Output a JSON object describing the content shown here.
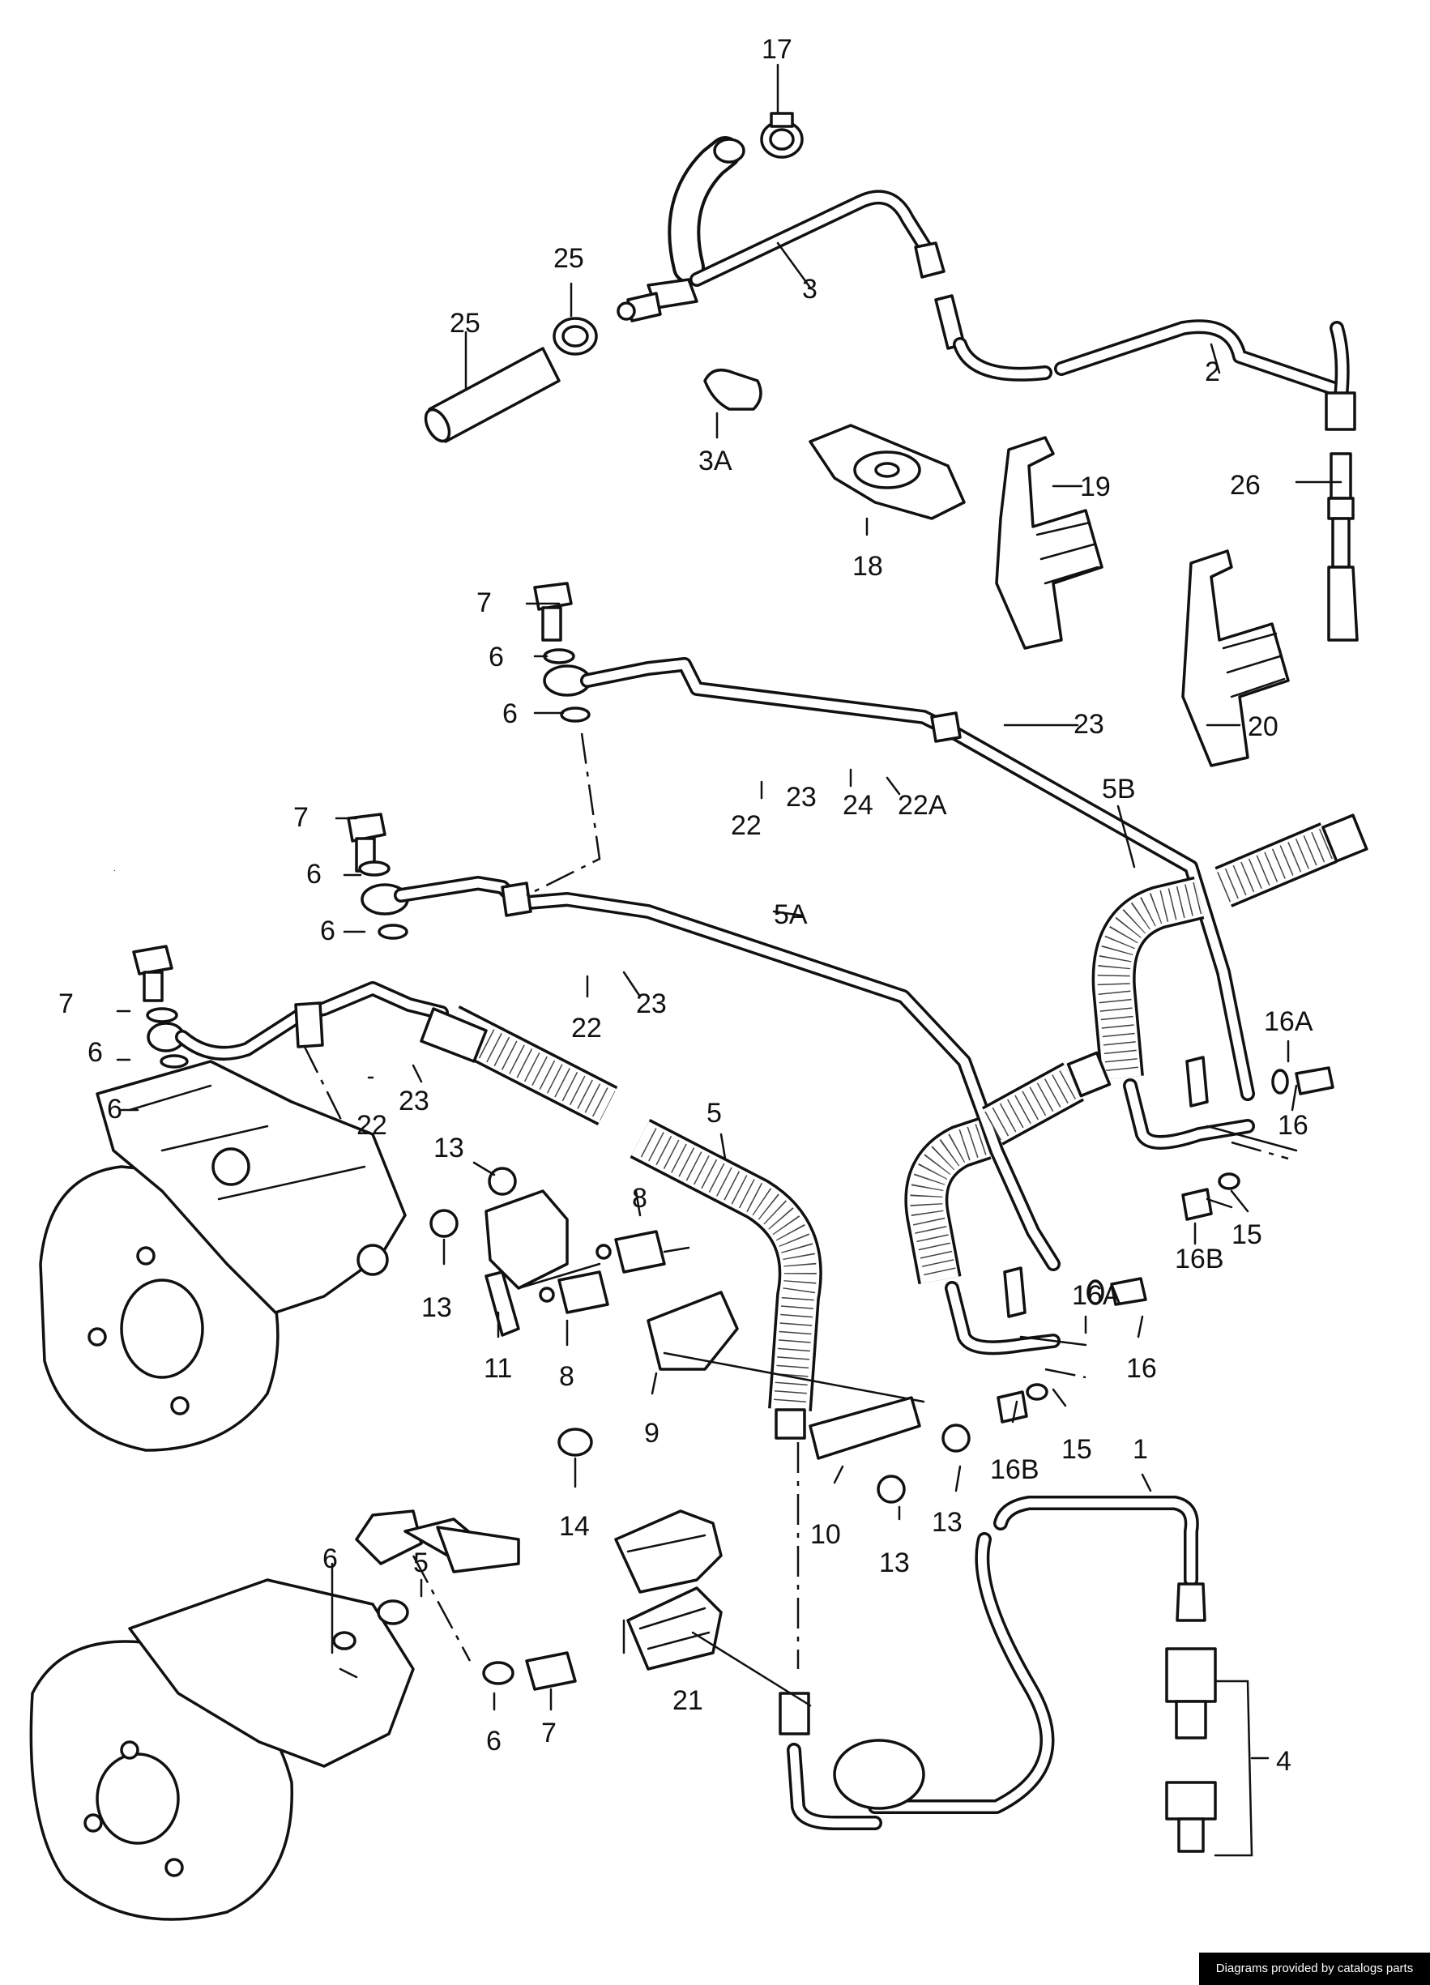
{
  "labels": {
    "p17": "17",
    "p25a": "25",
    "p25b": "25",
    "p3": "3",
    "p2": "2",
    "p3A": "3A",
    "p18": "18",
    "p19": "19",
    "p26": "26",
    "p20": "20",
    "p7a": "7",
    "p6a": "6",
    "p6b": "6",
    "p23a": "23",
    "p23b": "23",
    "p22a": "22",
    "p24": "24",
    "p22Aa": "22A",
    "p5B": "5B",
    "p7b": "7",
    "p6c": "6",
    "p6d": "6",
    "p5A": "5A",
    "p22b": "22",
    "p23c": "23",
    "p7c": "7",
    "p6e": "6",
    "p6f": "6",
    "p22c": "22",
    "p23d": "23",
    "p16Aa": "16A",
    "p16a": "16",
    "p16Ba": "16B",
    "p15a": "15",
    "p13a": "13",
    "p5a": "5",
    "p8a": "8",
    "p13b": "13",
    "p11": "11",
    "p8b": "8",
    "p9": "9",
    "p16Ab": "16A",
    "p16b": "16",
    "p16Bb": "16B",
    "p15b": "15",
    "p1": "1",
    "p14": "14",
    "p10": "10",
    "p13c": "13",
    "p13d": "13",
    "p5b": "5",
    "p6g": "6",
    "p21": "21",
    "p6h": "6",
    "p7d": "7",
    "p4": "4"
  },
  "footer": {
    "credit": "Diagrams provided by catalogs parts"
  },
  "colors": {
    "ink": "#111111",
    "paper": "#ffffff",
    "footer_bg": "#000000"
  }
}
